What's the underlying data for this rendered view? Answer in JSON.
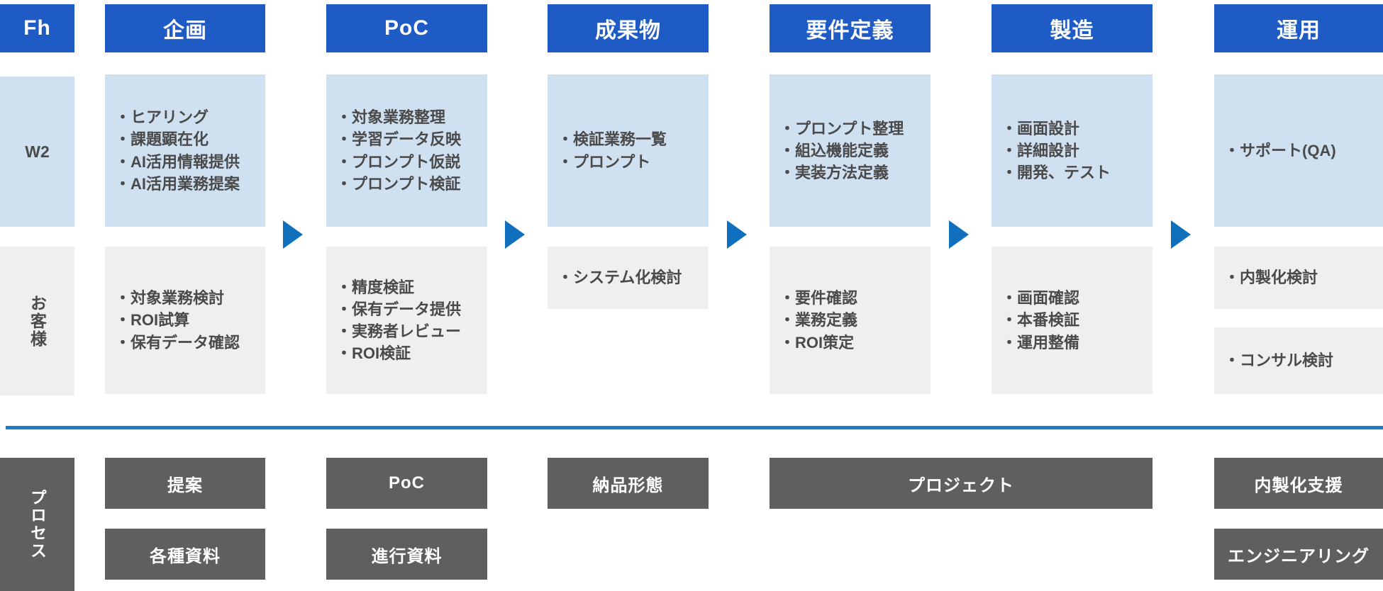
{
  "colors": {
    "header_blue": "#1f5bc4",
    "cell_blue": "#cfe0f0",
    "cell_gray": "#efefef",
    "process_gray": "#5f5f5f",
    "arrow_blue": "#1070bd",
    "divider_blue": "#1a7cc4",
    "text_gray": "#4a4a4a"
  },
  "headers": [
    {
      "label": "Fh"
    },
    {
      "label": "企画"
    },
    {
      "label": "PoC"
    },
    {
      "label": "成果物"
    },
    {
      "label": "要件定義"
    },
    {
      "label": "製造"
    },
    {
      "label": "運用"
    }
  ],
  "row_labels": {
    "w2": "W2",
    "customer": "お客様",
    "process": "プロセス"
  },
  "w2_row": [
    {
      "column": "企画",
      "items": [
        "ヒアリング",
        "課題顕在化",
        "AI活用情報提供",
        "AI活用業務提案"
      ]
    },
    {
      "column": "PoC",
      "items": [
        "対象業務整理",
        "学習データ反映",
        "プロンプト仮説",
        "プロンプト検証"
      ]
    },
    {
      "column": "成果物",
      "items": [
        "検証業務一覧",
        "プロンプト"
      ]
    },
    {
      "column": "要件定義",
      "items": [
        "プロンプト整理",
        "組込機能定義",
        "実装方法定義"
      ]
    },
    {
      "column": "製造",
      "items": [
        "画面設計",
        "詳細設計",
        "開発、テスト"
      ]
    },
    {
      "column": "運用",
      "items": [
        "サポート(QA)"
      ]
    }
  ],
  "customer_row": [
    {
      "column": "企画",
      "items": [
        "対象業務検討",
        "ROI試算",
        "保有データ確認"
      ]
    },
    {
      "column": "PoC",
      "items": [
        "精度検証",
        "保有データ提供",
        "実務者レビュー",
        "ROI検証"
      ]
    },
    {
      "column": "成果物",
      "items": [
        "システム化検討"
      ]
    },
    {
      "column": "要件定義",
      "items": [
        "要件確認",
        "業務定義",
        "ROI策定"
      ]
    },
    {
      "column": "製造",
      "items": [
        "画面確認",
        "本番検証",
        "運用整備"
      ]
    },
    {
      "column": "運用a",
      "items": [
        "内製化検討"
      ]
    },
    {
      "column": "運用b",
      "items": [
        "コンサル検討"
      ]
    }
  ],
  "process_row": [
    {
      "label": "提案"
    },
    {
      "label": "各種資料"
    },
    {
      "label": "PoC"
    },
    {
      "label": "進行資料"
    },
    {
      "label": "納品形態"
    },
    {
      "label": "プロジェクト"
    },
    {
      "label": "内製化支援"
    },
    {
      "label": "エンジニアリング"
    }
  ],
  "arrows": [
    {
      "name": "arrow-kikaku-to-poc"
    },
    {
      "name": "arrow-poc-to-seikabutsu"
    },
    {
      "name": "arrow-seikabutsu-to-youken"
    },
    {
      "name": "arrow-youken-to-seizou"
    },
    {
      "name": "arrow-seizou-to-unyou"
    }
  ]
}
